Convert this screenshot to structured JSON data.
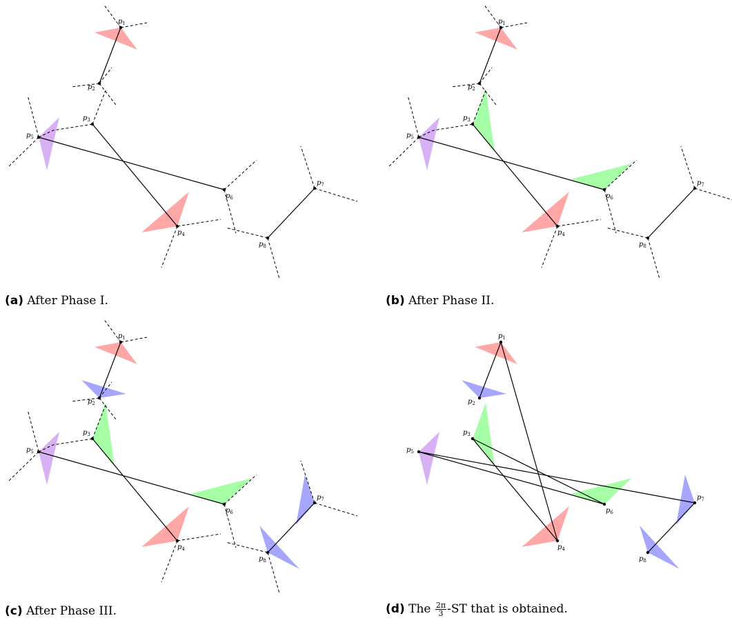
{
  "colors": {
    "red": "#ff8080",
    "green": "#80ff80",
    "blue": "#8080ff",
    "purple": "#c890f0",
    "edge": "#000000"
  },
  "points": [
    {
      "id": "p1",
      "letter": "p",
      "sub": "1"
    },
    {
      "id": "p2",
      "letter": "p",
      "sub": "2"
    },
    {
      "id": "p3",
      "letter": "p",
      "sub": "3"
    },
    {
      "id": "p4",
      "letter": "p",
      "sub": "4"
    },
    {
      "id": "p5",
      "letter": "p",
      "sub": "5"
    },
    {
      "id": "p6",
      "letter": "p",
      "sub": "6"
    },
    {
      "id": "p7",
      "letter": "p",
      "sub": "7"
    },
    {
      "id": "p8",
      "letter": "p",
      "sub": "8"
    }
  ],
  "captions": {
    "a": {
      "tag": "(a)",
      "text": "After Phase I."
    },
    "b": {
      "tag": "(b)",
      "text": "After Phase II."
    },
    "c": {
      "tag": "(c)",
      "text": "After Phase III."
    },
    "d": {
      "tag": "(d)",
      "prefix": "The",
      "frac_num": "2π",
      "frac_den": "3",
      "suffix": "-ST that is obtained."
    }
  }
}
